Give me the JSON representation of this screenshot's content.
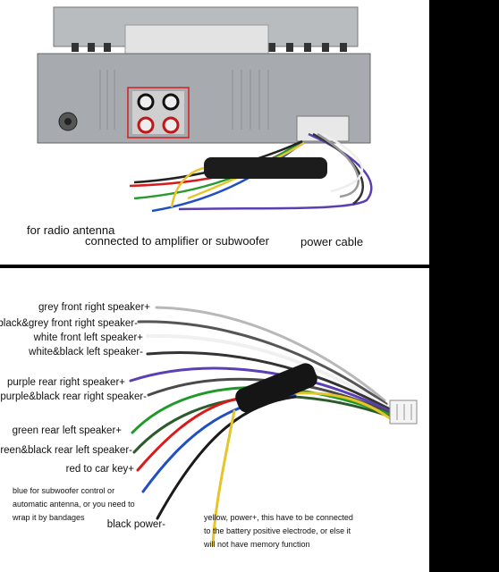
{
  "top_labels": {
    "antenna": "for radio antenna",
    "amplifier": "connected to amplifier or subwoofer",
    "power": "power cable"
  },
  "wire_labels": [
    "grey front right speaker+",
    "black&grey front right speaker-",
    "white front left speaker+",
    "white&black left speaker-",
    "purple rear right speaker+",
    "purple&black rear right speaker-",
    "green rear left speaker+",
    "green&black rear left speaker-",
    "red to car key+",
    "black power-"
  ],
  "notes": {
    "blue": "blue for subwoofer control or\nautomatic antenna, or you need to\nwrap it by bandages",
    "yellow": "yellow, power+, this have to be connected\nto the battery positive electrode, or else it\nwill not have memory function"
  }
}
